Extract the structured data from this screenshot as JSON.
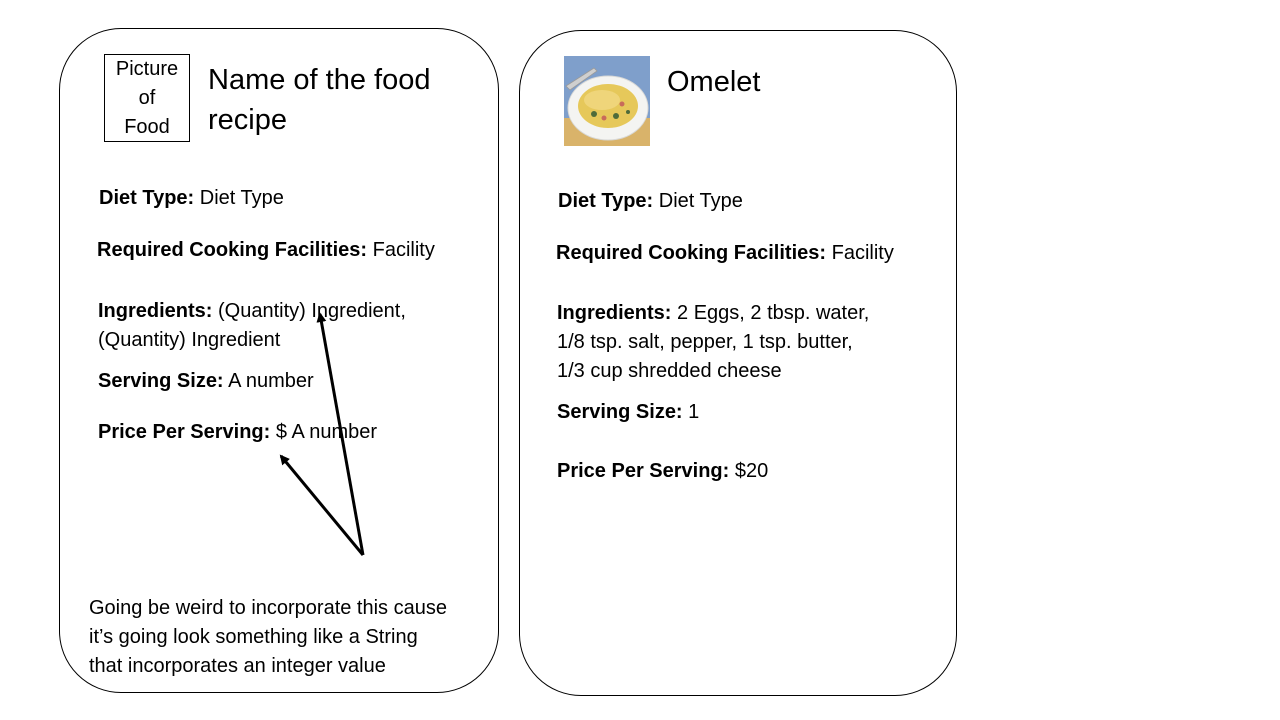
{
  "template_card": {
    "picture_label": "Picture\nof\nFood",
    "title_line1": "Name of the food",
    "title_line2": "recipe",
    "diet_type": {
      "label": "Diet Type:",
      "value": "Diet Type"
    },
    "facilities": {
      "label": "Required Cooking Facilities:",
      "value": "Facility"
    },
    "ingredients": {
      "label": "Ingredients:",
      "line1": "(Quantity) Ingredient,",
      "line2": "(Quantity) Ingredient"
    },
    "serving_size": {
      "label": "Serving Size:",
      "value": "A number"
    },
    "price": {
      "label": "Price Per Serving:",
      "value": "$ A number"
    },
    "note": "Going be weird to incorporate this cause\nit’s going look something like a String\nthat incorporates an integer value"
  },
  "omelet_card": {
    "photo_icon": "omelet-photo",
    "title": "Omelet",
    "diet_type": {
      "label": "Diet Type:",
      "value": "Diet Type"
    },
    "facilities": {
      "label": "Required Cooking Facilities:",
      "value": "Facility"
    },
    "ingredients": {
      "label": "Ingredients:",
      "line1": "2 Eggs, 2 tbsp. water,",
      "line2": "1/8 tsp. salt, pepper, 1 tsp. butter,",
      "line3": "1/3 cup shredded cheese"
    },
    "serving_size": {
      "label": "Serving Size:",
      "value": "1"
    },
    "price": {
      "label": "Price Per Serving:",
      "value": "$20"
    }
  },
  "colors": {
    "stroke": "#000000",
    "background": "#ffffff",
    "photo_background": "#7f9fcb",
    "plate": "#f4f4f2",
    "omelet": "#e6c85a",
    "tablecloth": "#d9b36a"
  }
}
